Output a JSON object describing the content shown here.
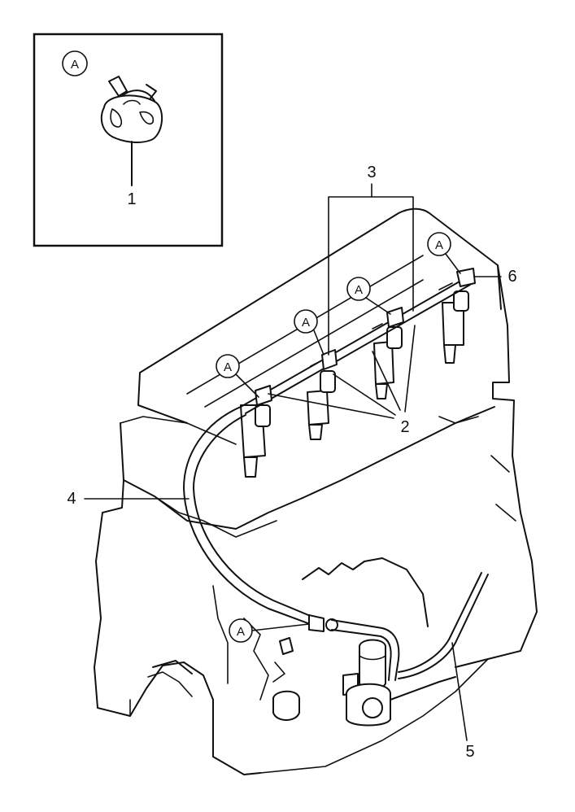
{
  "callout": {
    "symbol": "A"
  },
  "labels": {
    "part_1": "1",
    "part_2": "2",
    "part_3": "3",
    "part_4": "4",
    "part_5": "5",
    "part_6": "6"
  },
  "colors": {
    "line": "#111111",
    "background": "#ffffff"
  }
}
